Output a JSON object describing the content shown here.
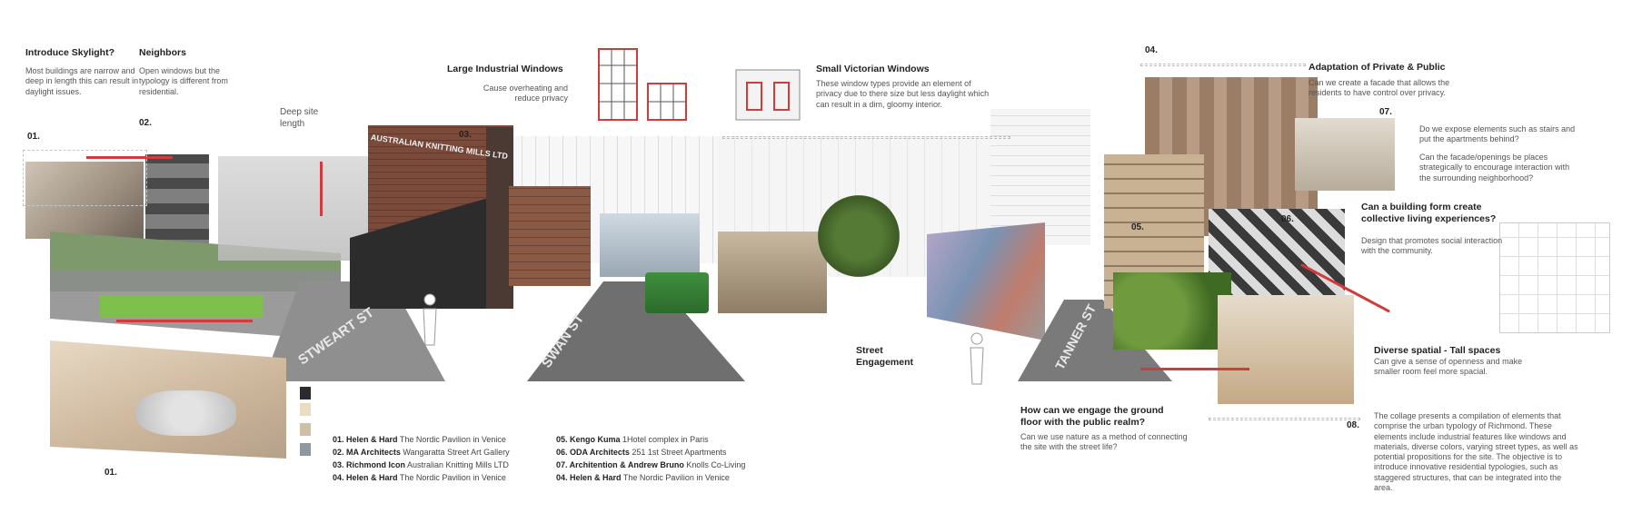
{
  "annotations": {
    "skylight": {
      "heading": "Introduce Skylight?",
      "body": "Most buildings are narrow and deep in length this can result in daylight issues."
    },
    "neighbors": {
      "heading": "Neighbors",
      "body": "Open windows but the typology is different from residential."
    },
    "deep_site": {
      "heading": "Deep site length"
    },
    "industrial": {
      "heading": "Large Industrial Windows",
      "body": "Cause overheating and reduce privacy"
    },
    "victorian": {
      "heading": "Small Victorian Windows",
      "body": "These window types provide an element of privacy due to there size but less daylight which can result in a dim, gloomy interior."
    },
    "adaptation": {
      "heading": "Adaptation of Private & Public",
      "body": "Can we create a facade that allows the residents to have control over privacy."
    },
    "expose": {
      "body1": "Do we expose elements such as stairs and put the apartments behind?",
      "body2": "Can the facade/openings be places strategically to encourage interaction with the surrounding neighborhood?"
    },
    "collective": {
      "heading": "Can a building form create collective living experiences?",
      "body": "Design that promotes social interaction with the community."
    },
    "street_engagement": {
      "heading": "Street Engagement"
    },
    "ground_floor": {
      "heading": "How can we engage the ground floor with the public realm?",
      "body": "Can we use nature as a method of connecting the site with the street life?"
    },
    "diverse": {
      "heading": "Diverse spatial - Tall spaces",
      "body": "Can give a sense of openness and make smaller room feel more spacial."
    },
    "summary": {
      "body": "The collage presents a compilation of elements that comprise the urban typology of Richmond. These elements include industrial features like windows and materials, diverse colors, varying street types, as well as potential propositions for the site. The objective is to introduce innovative residential typologies, such as staggered structures, that can be integrated into the area."
    }
  },
  "numbers": [
    "01.",
    "02.",
    "03.",
    "04.",
    "05.",
    "06.",
    "07.",
    "08.",
    "01."
  ],
  "signage": {
    "knitting_mills": "AUSTRALIAN KNITTING MILLS LTD",
    "stewart": "STWEART ST",
    "swan": "SWAN ST",
    "tanner": "TANNER ST"
  },
  "credits_left": [
    {
      "firm": "01. Helen & Hard",
      "project": "The Nordic Pavilion in Venice"
    },
    {
      "firm": "02. MA Architects",
      "project": "Wangaratta Street Art Gallery"
    },
    {
      "firm": "03. Richmond Icon",
      "project": "Australian Knitting Mills LTD"
    },
    {
      "firm": "04. Helen & Hard",
      "project": "The Nordic Pavilion in Venice"
    }
  ],
  "credits_right": [
    {
      "firm": "05. Kengo Kuma",
      "project": "1Hotel complex in Paris"
    },
    {
      "firm": "06. ODA Architects",
      "project": "251 1st Street Apartments"
    },
    {
      "firm": "07. Architention & Andrew Bruno",
      "project": "Knolls Co-Living"
    },
    {
      "firm": "04. Helen & Hard",
      "project": "The Nordic Pavilion in Venice"
    }
  ],
  "colors": {
    "accent": "#d23b3b",
    "swatches": [
      "#2b2b2b",
      "#e9dcc0",
      "#cdbfa8",
      "#8d979c"
    ]
  }
}
